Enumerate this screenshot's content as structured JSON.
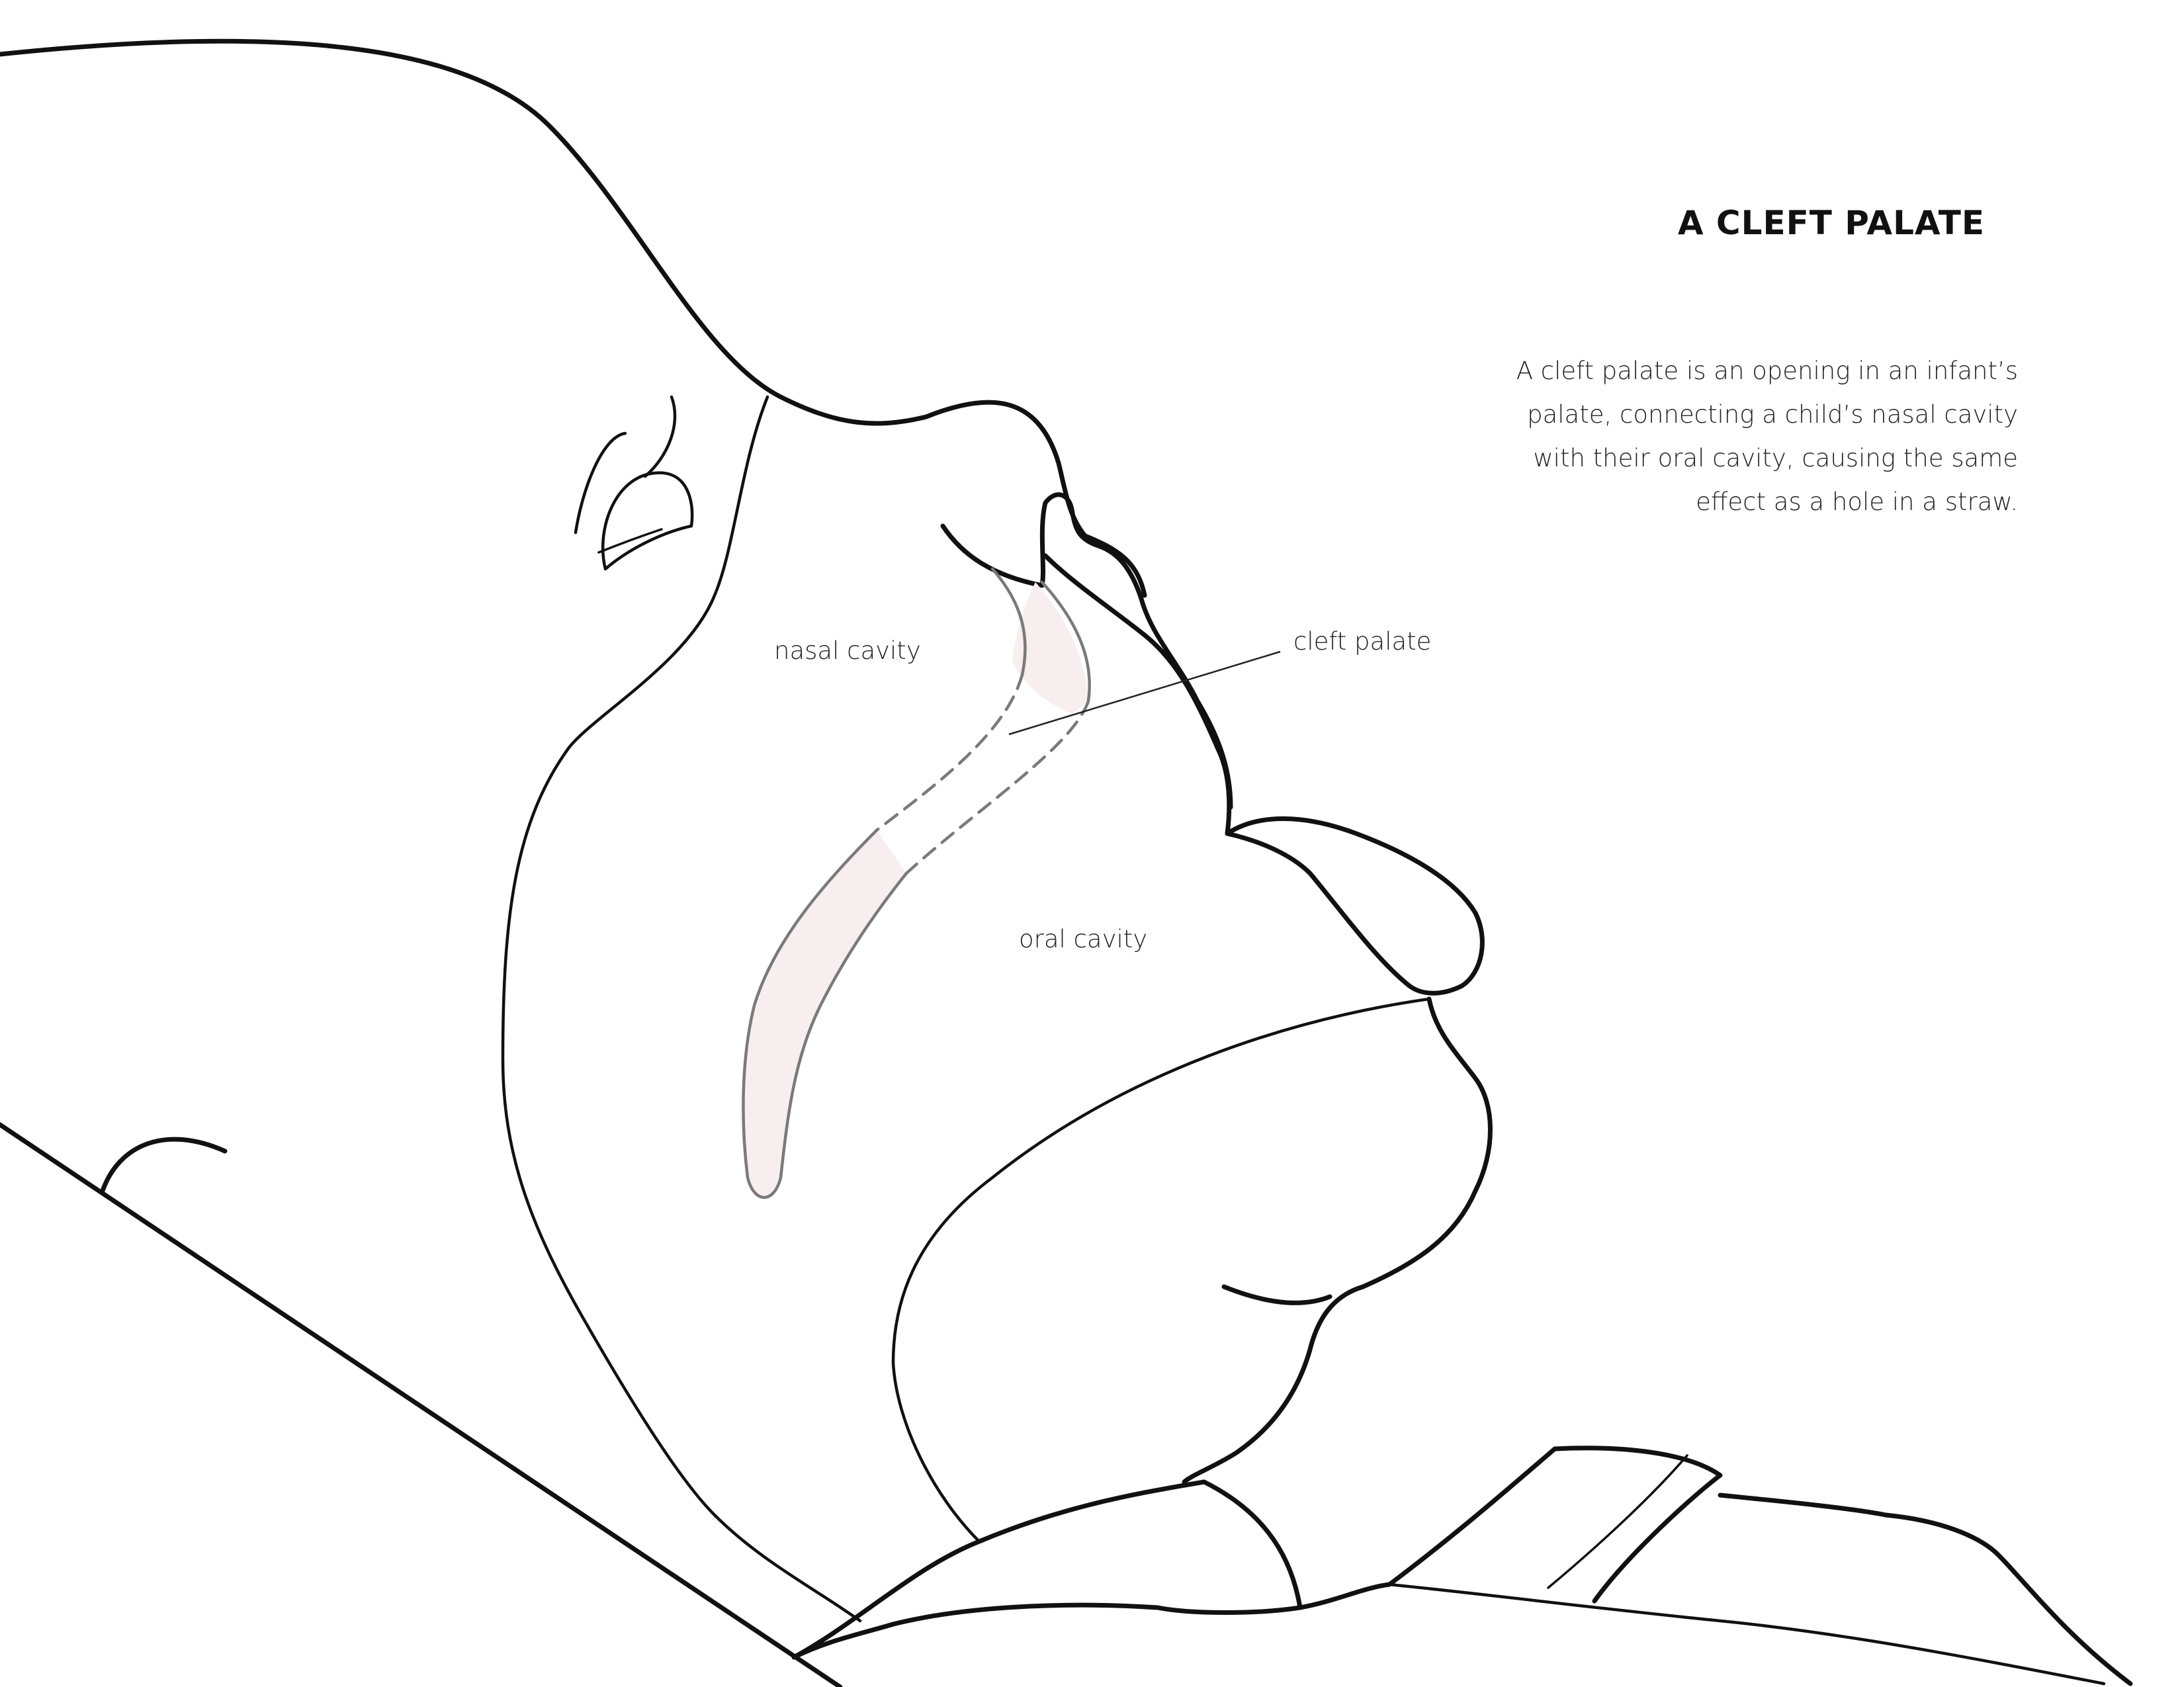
{
  "title": "A CLEFT PALATE",
  "description": {
    "lines": [
      "A cleft palate is an opening in an infant’s",
      "palate, connecting a child’s nasal cavity",
      "with their oral cavity, causing the same",
      "effect as a hole in a straw."
    ]
  },
  "labels": {
    "nasal_cavity": "nasal cavity",
    "oral_cavity": "oral cavity",
    "cleft_palate": "cleft palate"
  },
  "colors": {
    "line": "#111111",
    "cavity_outline": "#7a7a7a",
    "cleft_highlight": "#f7eeef",
    "background": "#ffffff"
  }
}
